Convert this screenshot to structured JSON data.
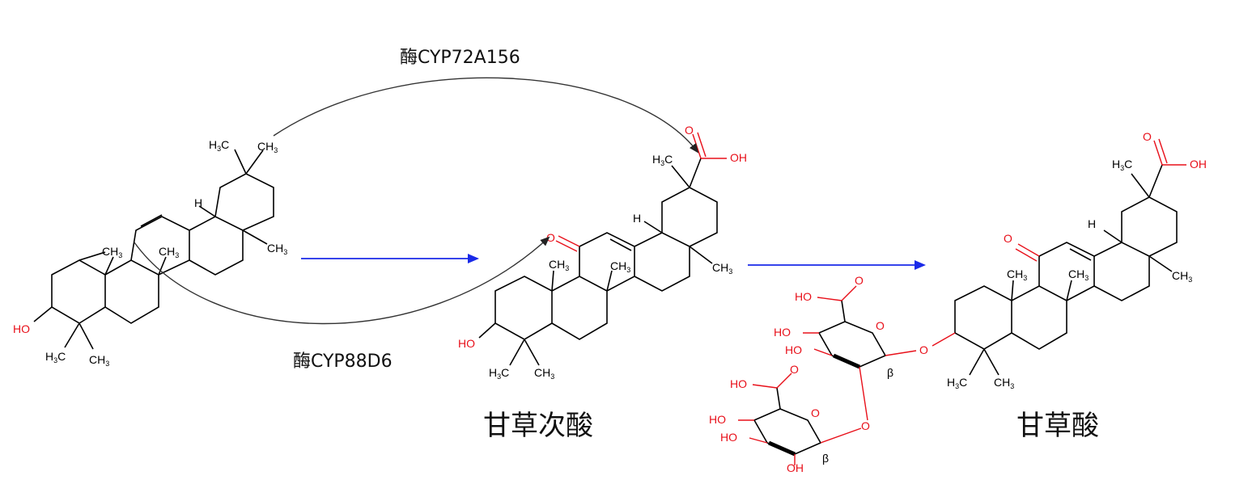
{
  "enzymes": {
    "upper": "酶CYP72A156",
    "lower": "酶CYP88D6"
  },
  "products": {
    "intermediate": "甘草次酸",
    "final": "甘草酸"
  },
  "atoms": {
    "oh": "OH",
    "ho": "HO",
    "h": "H",
    "o": "O",
    "c": "C",
    "h3": "3",
    "beta": "β"
  },
  "colors": {
    "heteroatom": "#e8101a",
    "reaction_arrow": "#1a2ae8",
    "bond": "#000000"
  }
}
